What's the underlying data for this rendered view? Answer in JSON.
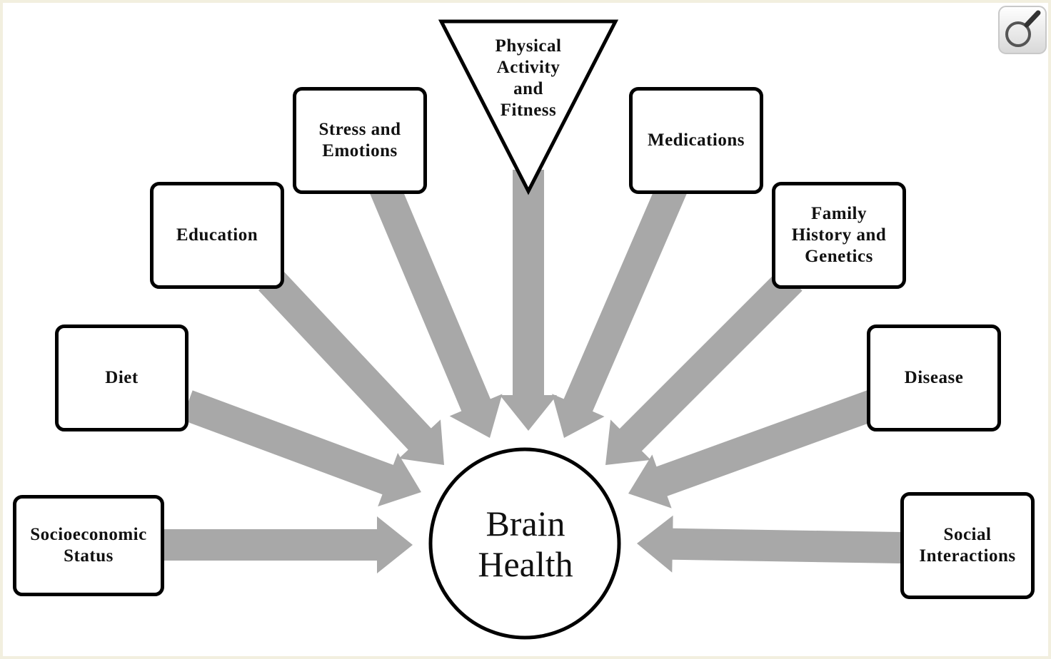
{
  "diagram": {
    "center": {
      "label": "Brain\nHealth"
    },
    "factors": {
      "socioeconomic": "Socioeconomic\nStatus",
      "diet": "Diet",
      "education": "Education",
      "stress": "Stress and\nEmotions",
      "physical": "Physical\nActivity\nand\nFitness",
      "medications": "Medications",
      "family": "Family\nHistory and\nGenetics",
      "disease": "Disease",
      "social": "Social\nInteractions"
    },
    "arrow_color": "#a8a8a8",
    "border_color": "#000000",
    "frame_color": "#f2efdf"
  },
  "toolbar": {
    "zoom_icon": "magnifier-icon"
  }
}
